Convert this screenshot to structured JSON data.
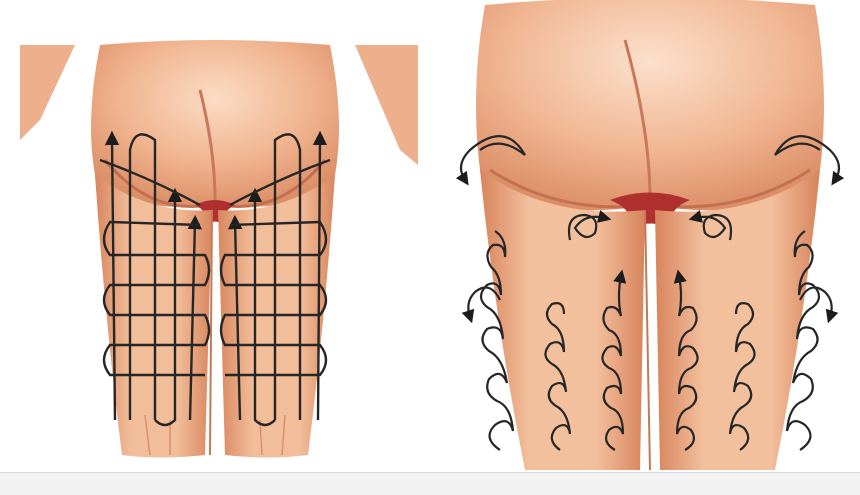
{
  "figure": {
    "panels": [
      {
        "id": "left",
        "technique": "zigzag-grid-strokes",
        "arrows": 6
      },
      {
        "id": "right",
        "technique": "circular-spiral-strokes",
        "arrows": 8
      }
    ],
    "colors": {
      "skin_light": "#f6cdb0",
      "skin_mid": "#eba77f",
      "skin_dark": "#d2805a",
      "crease": "#b0302f",
      "stroke": "#2a2a2a",
      "background": "#ffffff"
    },
    "icons": [
      "arrowhead-icon"
    ]
  }
}
